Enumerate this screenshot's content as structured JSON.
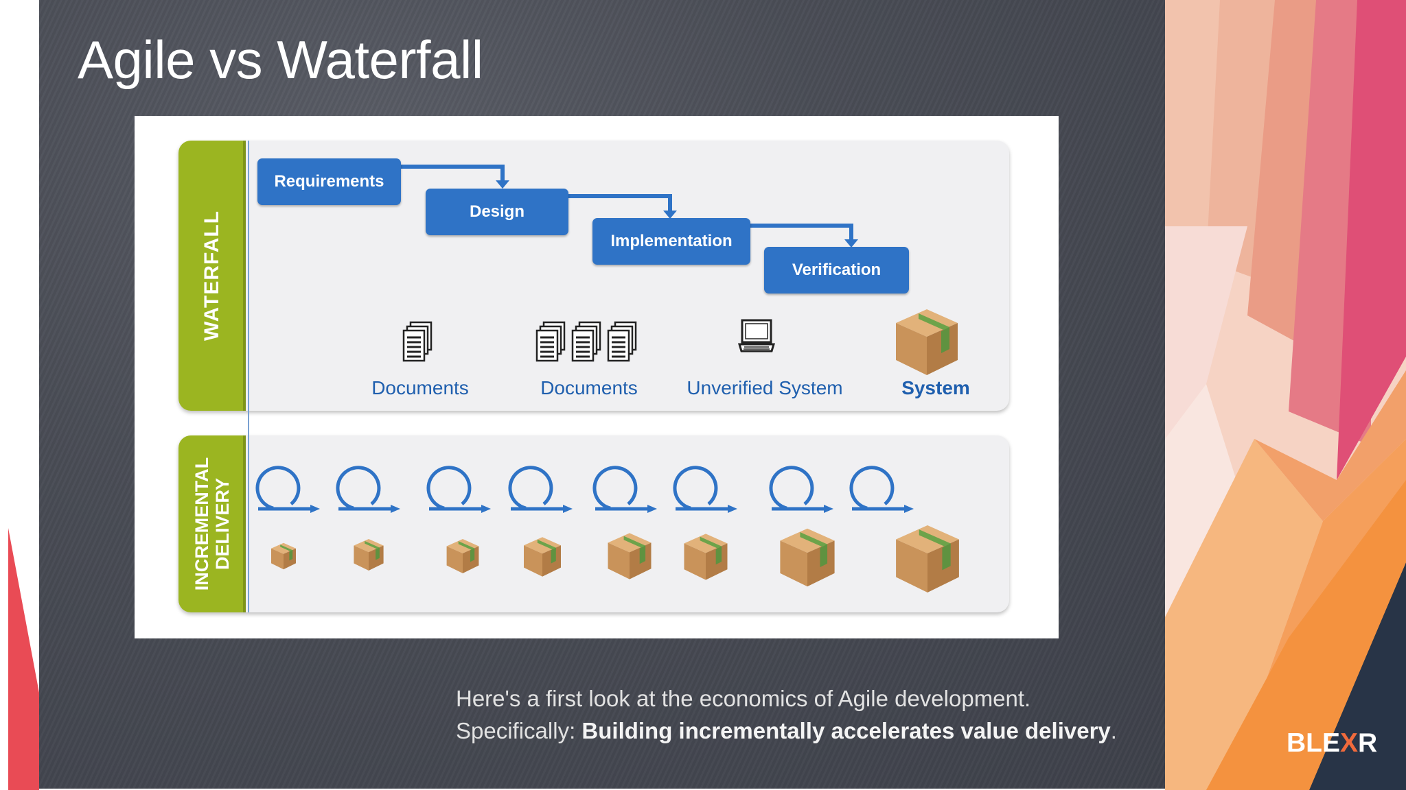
{
  "slide": {
    "title": "Agile vs Waterfall",
    "caption_line1": "Here's a first look at the economics of Agile development.",
    "caption_line2_prefix": "Specifically: ",
    "caption_line2_bold": "Building incrementally accelerates value delivery",
    "caption_line2_suffix": ".",
    "logo_left": "BLE",
    "logo_mark": "X",
    "logo_right": "R"
  },
  "diagram": {
    "waterfall_label": "WATERFALL",
    "incremental_label_line1": "INCREMENTAL",
    "incremental_label_line2": "DELIVERY",
    "phases": [
      "Requirements",
      "Design",
      "Implementation",
      "Verification"
    ],
    "artifacts": [
      {
        "label": "Documents",
        "icon": "document-stack-icon"
      },
      {
        "label": "Documents",
        "icon": "document-stacks-icon"
      },
      {
        "label": "Unverified System",
        "icon": "laptop-icon"
      },
      {
        "label": "System",
        "icon": "package-box-icon"
      }
    ],
    "iteration_count": 8,
    "increment_icon": "iteration-loop-icon",
    "increment_box_icon": "package-box-icon"
  },
  "colors": {
    "board": "#4a4d56",
    "label_green": "#9bb521",
    "phase_blue": "#2f73c6",
    "artifact_text": "#1f5fae",
    "accent_pink": "#e0466e",
    "accent_orange": "#f39a4a",
    "accent_navy": "#283447"
  }
}
